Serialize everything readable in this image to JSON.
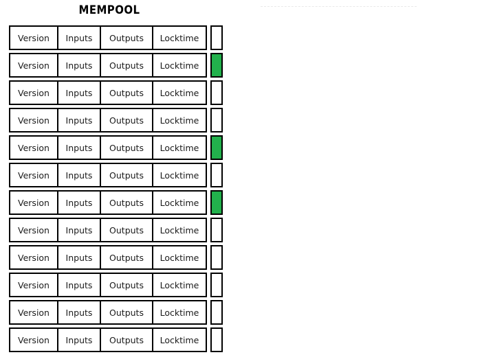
{
  "panel": {
    "title": "MEMPOOL"
  },
  "columns": [
    "Version",
    "Inputs",
    "Outputs",
    "Locktime"
  ],
  "colors": {
    "confirmed_green": "#22b14c",
    "pending_white": "#ffffff",
    "border": "#000000",
    "dashed_line": "#e9e9e9",
    "background": "#ffffff"
  },
  "transactions": [
    {
      "version": "Version",
      "inputs": "Inputs",
      "outputs": "Outputs",
      "locktime": "Locktime",
      "selected": false
    },
    {
      "version": "Version",
      "inputs": "Inputs",
      "outputs": "Outputs",
      "locktime": "Locktime",
      "selected": true
    },
    {
      "version": "Version",
      "inputs": "Inputs",
      "outputs": "Outputs",
      "locktime": "Locktime",
      "selected": false
    },
    {
      "version": "Version",
      "inputs": "Inputs",
      "outputs": "Outputs",
      "locktime": "Locktime",
      "selected": false
    },
    {
      "version": "Version",
      "inputs": "Inputs",
      "outputs": "Outputs",
      "locktime": "Locktime",
      "selected": true
    },
    {
      "version": "Version",
      "inputs": "Inputs",
      "outputs": "Outputs",
      "locktime": "Locktime",
      "selected": false
    },
    {
      "version": "Version",
      "inputs": "Inputs",
      "outputs": "Outputs",
      "locktime": "Locktime",
      "selected": true
    },
    {
      "version": "Version",
      "inputs": "Inputs",
      "outputs": "Outputs",
      "locktime": "Locktime",
      "selected": false
    },
    {
      "version": "Version",
      "inputs": "Inputs",
      "outputs": "Outputs",
      "locktime": "Locktime",
      "selected": false
    },
    {
      "version": "Version",
      "inputs": "Inputs",
      "outputs": "Outputs",
      "locktime": "Locktime",
      "selected": false
    },
    {
      "version": "Version",
      "inputs": "Inputs",
      "outputs": "Outputs",
      "locktime": "Locktime",
      "selected": false
    },
    {
      "version": "Version",
      "inputs": "Inputs",
      "outputs": "Outputs",
      "locktime": "Locktime",
      "selected": false
    }
  ]
}
